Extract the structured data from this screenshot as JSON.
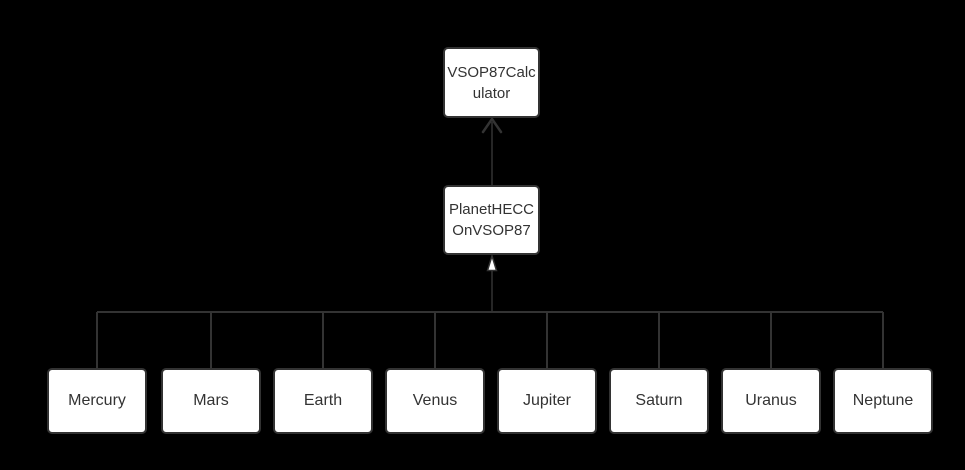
{
  "diagram": {
    "type": "class-hierarchy",
    "colors": {
      "bg": "#000000",
      "fill": "#ffffff",
      "line": "#333333",
      "text": "#333333"
    },
    "nodes": {
      "calculator": {
        "lines": [
          "VSOP87Calc",
          "ulator"
        ]
      },
      "adapter": {
        "lines": [
          "PlanetHECC",
          "OnVSOP87"
        ]
      },
      "planets": [
        "Mercury",
        "Mars",
        "Earth",
        "Venus",
        "Jupiter",
        "Saturn",
        "Uranus",
        "Neptune"
      ]
    },
    "edges": [
      {
        "from": "PlanetHECCOnVSOP87",
        "to": "VSOP87Calculator",
        "style": "solid",
        "arrowhead": "open-arrow"
      },
      {
        "from": "planets-bus",
        "to": "PlanetHECCOnVSOP87",
        "style": "solid",
        "arrowhead": "hollow-triangle"
      }
    ]
  }
}
